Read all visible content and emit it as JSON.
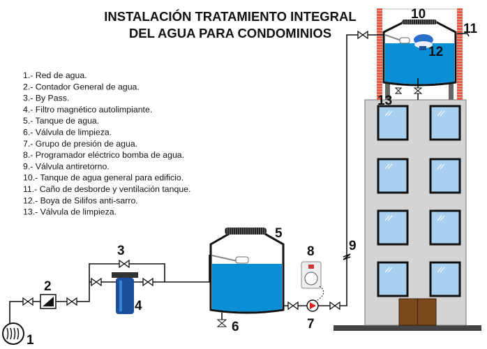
{
  "title": {
    "line1": "INSTALACIÓN TRATAMIENTO INTEGRAL",
    "line2": "DEL AGUA PARA CONDOMINIOS"
  },
  "legend": [
    "1.- Red de agua.",
    "2.- Contador General de agua.",
    "3.- By Pass.",
    "4.- Filtro magnético autolimpiante.",
    "5.- Tanque de agua.",
    "6.- Válvula de limpieza.",
    "7.- Grupo de presión de agua.",
    "8.- Programador eléctrico bomba de agua.",
    "9.- Válvula antiretorno.",
    "10.- Tanque de agua general para edificio.",
    "11.- Caño de desborde y ventilación tanque.",
    "12.- Boya de Silifos anti-sarro.",
    "13.- Válvula de limpieza."
  ],
  "labels": {
    "n1": "1",
    "n2": "2",
    "n3": "3",
    "n4": "4",
    "n5": "5",
    "n6": "6",
    "n7": "7",
    "n8": "8",
    "n9": "9",
    "n10": "10",
    "n11": "11",
    "n12": "12",
    "n13": "13"
  },
  "colors": {
    "water": "#0a8fd6",
    "filter": "#1a4f9a",
    "building": "#d4d4d4",
    "brick": "#e35a4a",
    "door": "#7a4a1a",
    "window": "#a9d0ee"
  }
}
